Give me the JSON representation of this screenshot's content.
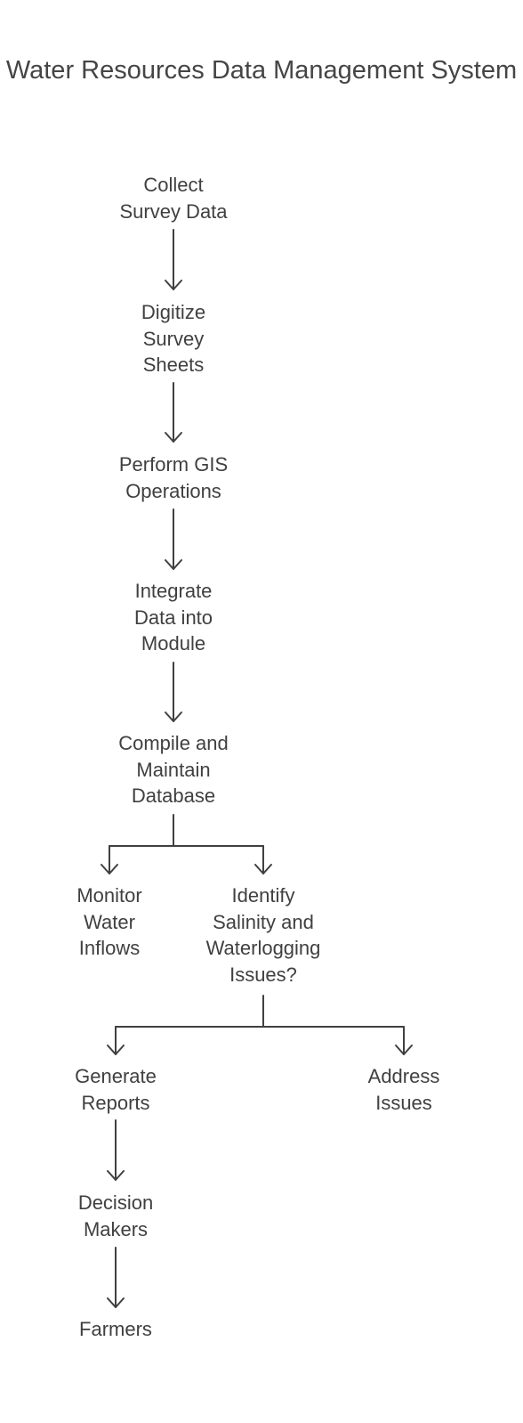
{
  "title": "Water Resources Data Management System",
  "nodes": {
    "collect": [
      "Collect",
      "Survey Data"
    ],
    "digitize": [
      "Digitize",
      "Survey",
      "Sheets"
    ],
    "gis": [
      "Perform GIS",
      "Operations"
    ],
    "integrate": [
      "Integrate",
      "Data into",
      "Module"
    ],
    "compile": [
      "Compile and",
      "Maintain",
      "Database"
    ],
    "monitor": [
      "Monitor",
      "Water",
      "Inflows"
    ],
    "identify": [
      "Identify",
      "Salinity and",
      "Waterlogging",
      "Issues?"
    ],
    "reports": [
      "Generate",
      "Reports"
    ],
    "address": [
      "Address",
      "Issues"
    ],
    "decision": [
      "Decision",
      "Makers"
    ],
    "farmers": [
      "Farmers"
    ]
  },
  "colors": {
    "text": "#404040",
    "line": "#404040",
    "background": "#ffffff"
  }
}
